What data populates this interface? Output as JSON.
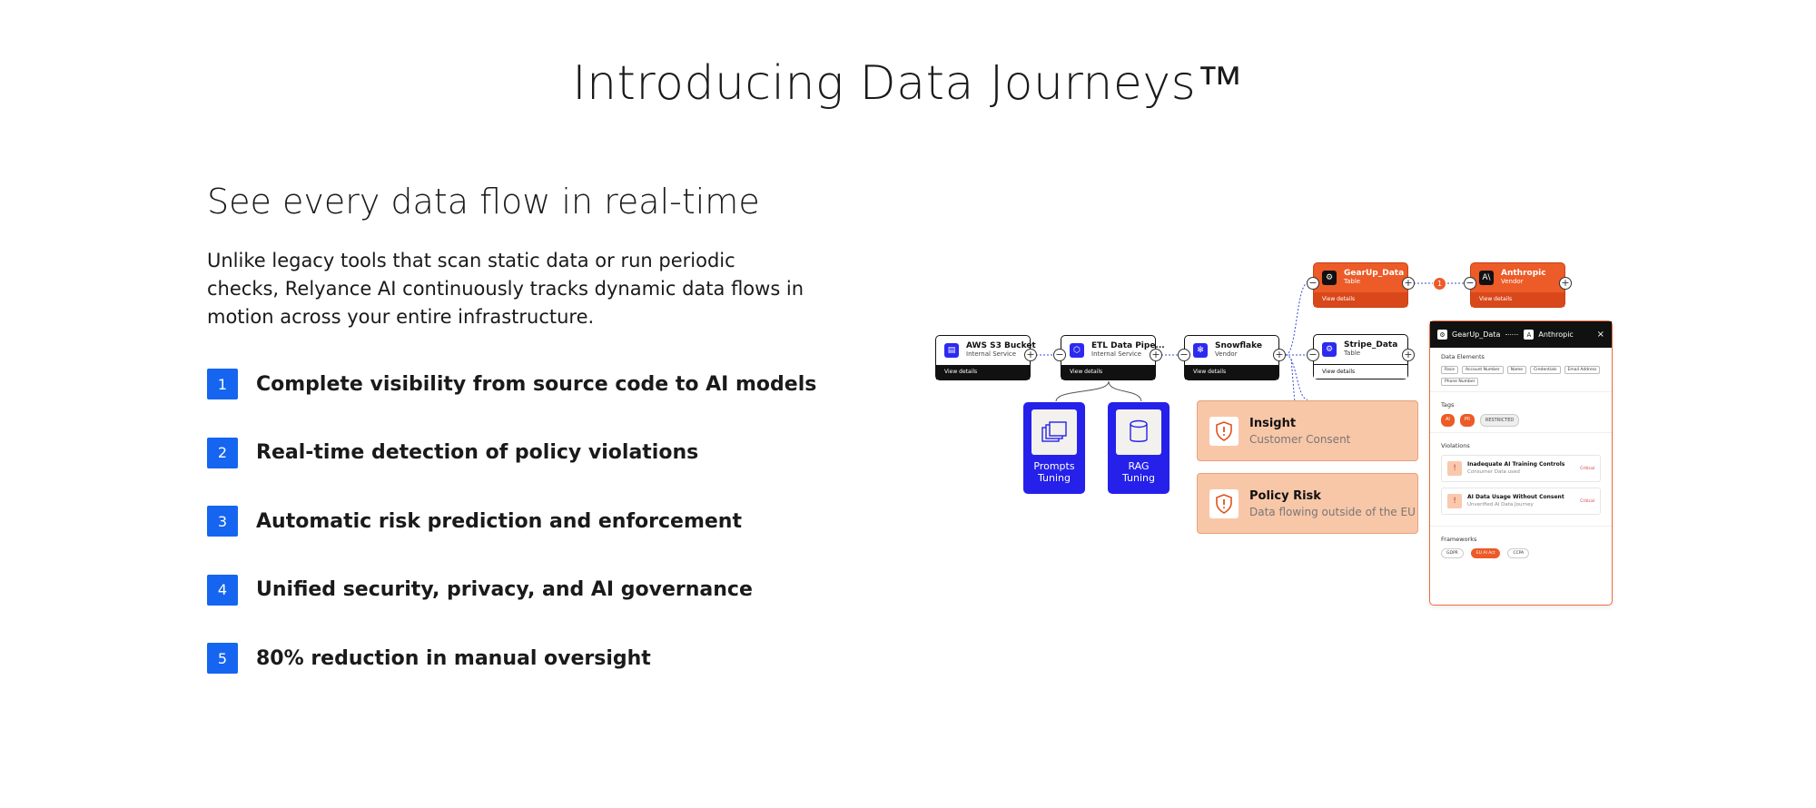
{
  "page": {
    "title": "Introducing Data Journeys™",
    "subtitle": "See every data flow in real-time",
    "intro": "Unlike legacy tools that scan static data or run periodic checks, Relyance AI continuously tracks dynamic data flows in motion across your entire infrastructure."
  },
  "features": [
    {
      "number": "1",
      "text": "Complete visibility from source code to AI models"
    },
    {
      "number": "2",
      "text": "Real-time detection of policy violations"
    },
    {
      "number": "3",
      "text": "Automatic risk prediction and enforcement"
    },
    {
      "number": "4",
      "text": "Unified security, privacy, and AI governance"
    },
    {
      "number": "5",
      "text": "80% reduction in manual oversight"
    }
  ],
  "diagram": {
    "view_details": "View details",
    "nodes": {
      "aws": {
        "name": "AWS S3 Bucket",
        "type": "Internal Service",
        "icon": "bucket-icon"
      },
      "etl": {
        "name": "ETL Data Pipe...",
        "type": "Internal Service",
        "icon": "cube-icon"
      },
      "snowflake": {
        "name": "Snowflake",
        "type": "Vendor",
        "icon": "snowflake-icon"
      },
      "gearup": {
        "name": "GearUp_Data",
        "type": "Table",
        "icon": "gear-icon"
      },
      "anthropic": {
        "name": "Anthropic",
        "type": "Vendor",
        "icon": "anthropic-icon"
      },
      "stripe": {
        "name": "Stripe_Data",
        "type": "Table",
        "icon": "gear-icon"
      }
    },
    "connection_count": "1",
    "models": [
      {
        "label_line1": "Prompts",
        "label_line2": "Tuning",
        "icon": "stacked-pages-icon"
      },
      {
        "label_line1": "RAG",
        "label_line2": "Tuning",
        "icon": "database-icon"
      }
    ],
    "alerts": [
      {
        "title": "Insight",
        "subtitle": "Customer Consent",
        "icon": "shield-alert-icon"
      },
      {
        "title": "Policy Risk",
        "subtitle": "Data flowing outside of the EU",
        "icon": "shield-alert-icon"
      }
    ],
    "colors": {
      "accent_blue": "#1565f0",
      "node_blue": "#2521ea",
      "orange": "#ec5b28",
      "alert_bg": "#f8c7a8"
    }
  },
  "panel": {
    "source": "GearUp_Data",
    "target": "Anthropic",
    "close": "×",
    "data_elements_title": "Data Elements",
    "data_elements": [
      "Race",
      "Account Number",
      "Name",
      "Credentials",
      "Email Address",
      "Phone Number"
    ],
    "tags_title": "Tags",
    "tags": [
      "AI",
      "PII",
      "RESTRICTED"
    ],
    "violations_title": "Violations",
    "violations": [
      {
        "title": "Inadequate AI Training Controls",
        "subtitle": "Consumer Data used",
        "level": "Critical"
      },
      {
        "title": "AI Data Usage Without Consent",
        "subtitle": "Unverified AI Data Journey",
        "level": "Critical"
      }
    ],
    "frameworks_title": "Frameworks",
    "frameworks": [
      "GDPR",
      "EU AI Act",
      "CCPA"
    ]
  }
}
